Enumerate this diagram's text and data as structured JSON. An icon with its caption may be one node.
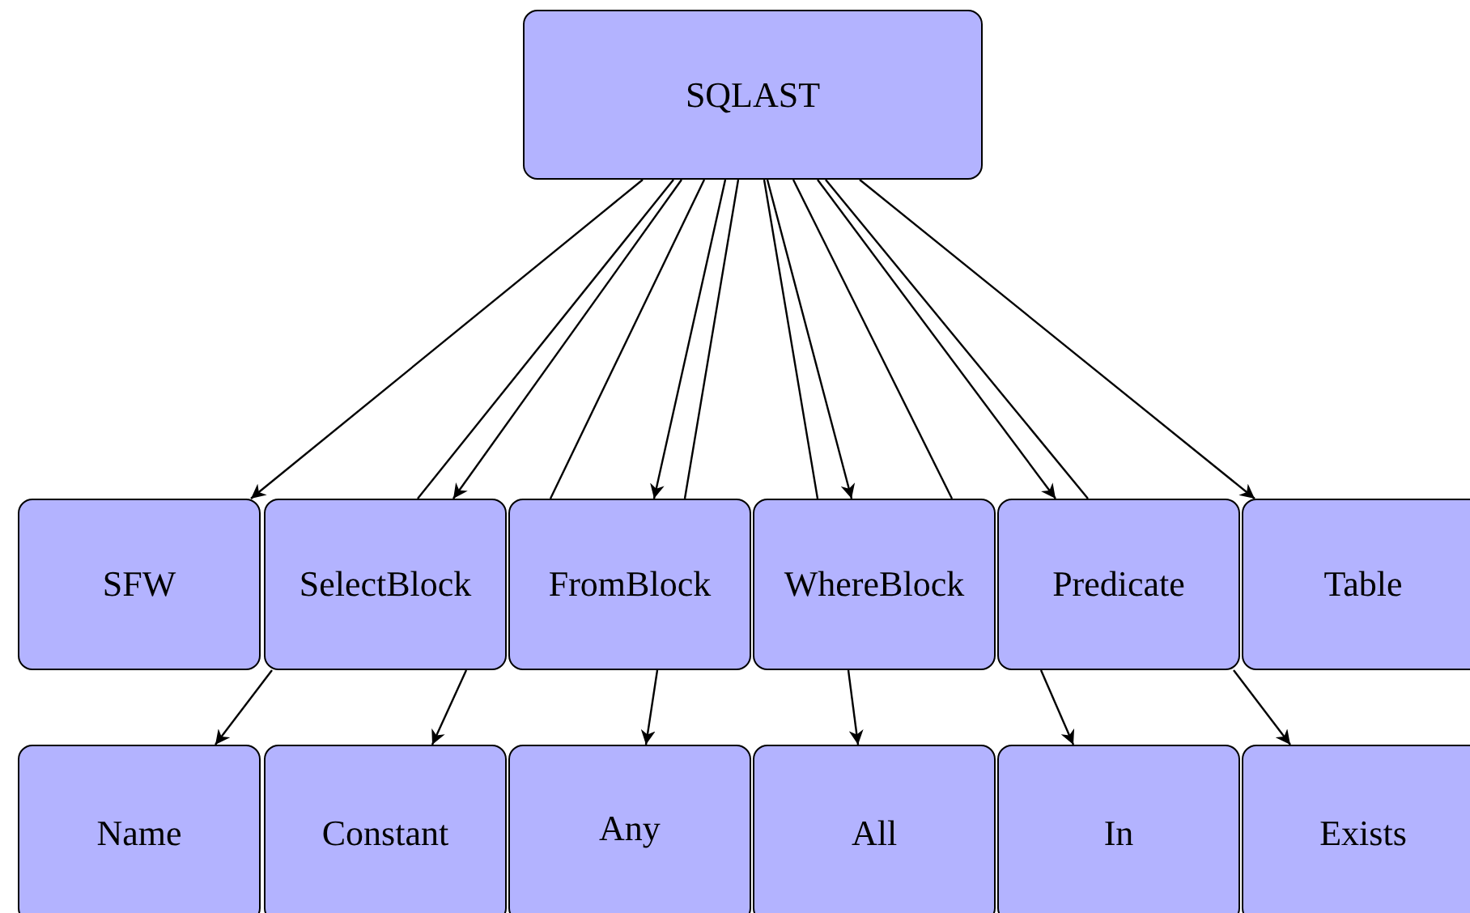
{
  "diagram": {
    "nodes": [
      {
        "text": [
          "SQLAST"
        ]
      },
      {
        "text": [
          "SFW"
        ]
      },
      {
        "text": [
          "SelectBlock"
        ]
      },
      {
        "text": [
          "FromBlock"
        ]
      },
      {
        "text": [
          "WhereBlock"
        ]
      },
      {
        "text": [
          "Predicate"
        ]
      },
      {
        "text": [
          "Table"
        ]
      },
      {
        "text": [
          "Name"
        ]
      },
      {
        "text": [
          "Constant"
        ]
      },
      {
        "text": [
          "Any"
        ]
      },
      {
        "text": [
          "All"
        ]
      },
      {
        "text": [
          "In"
        ]
      },
      {
        "text": [
          "Exists"
        ]
      }
    ],
    "edges": [
      {
        "from": 0,
        "to": 1,
        "arrow": "to"
      },
      {
        "from": 0,
        "to": 2,
        "arrow": "to"
      },
      {
        "from": 0,
        "to": 3,
        "arrow": "to"
      },
      {
        "from": 0,
        "to": 4,
        "arrow": "to"
      },
      {
        "from": 0,
        "to": 5,
        "arrow": "to"
      },
      {
        "from": 0,
        "to": 6,
        "arrow": "to"
      },
      {
        "from": 2,
        "to": 0,
        "arrow": "none"
      },
      {
        "from": 3,
        "to": 0,
        "arrow": "none"
      },
      {
        "from": 3,
        "to": 0,
        "arrow": "none"
      },
      {
        "from": 4,
        "to": 0,
        "arrow": "none"
      },
      {
        "from": 4,
        "to": 0,
        "arrow": "none"
      },
      {
        "from": 5,
        "to": 0,
        "arrow": "none"
      },
      {
        "from": 2,
        "to": 7,
        "arrow": "to"
      },
      {
        "from": 2,
        "to": 8,
        "arrow": "to"
      },
      {
        "from": 3,
        "to": 9,
        "arrow": "to"
      },
      {
        "from": 4,
        "to": 10,
        "arrow": "to"
      },
      {
        "from": 5,
        "to": 11,
        "arrow": "to"
      },
      {
        "from": 5,
        "to": 12,
        "arrow": "to"
      }
    ]
  }
}
